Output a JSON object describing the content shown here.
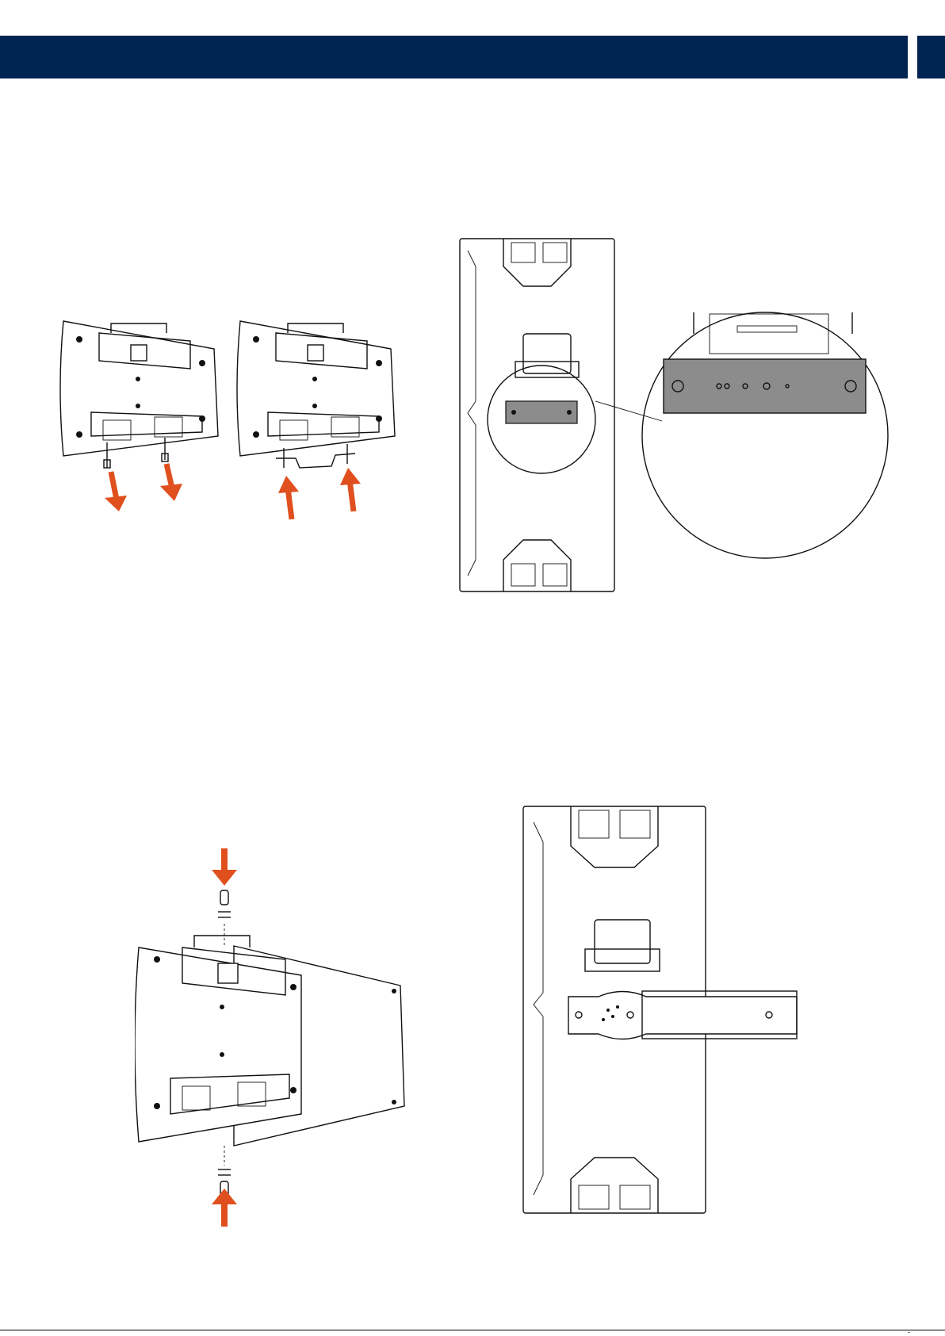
{
  "header": {
    "accent_color": "#002452"
  },
  "arrow_color": "#e0501e",
  "figures": {
    "remove_pins": {
      "icon": "speaker-side-view-pins-removed"
    },
    "insert_bracket": {
      "icon": "speaker-side-view-bracket-inserted"
    },
    "front_view_detail": {
      "icon": "speaker-front-view-with-magnified-plate"
    },
    "side_bracket_mount": {
      "icon": "speaker-side-view-bracket-mounted"
    },
    "front_bracket_mount": {
      "icon": "speaker-front-view-with-bracket-arm"
    }
  },
  "footer": {
    "page_number": "-"
  }
}
